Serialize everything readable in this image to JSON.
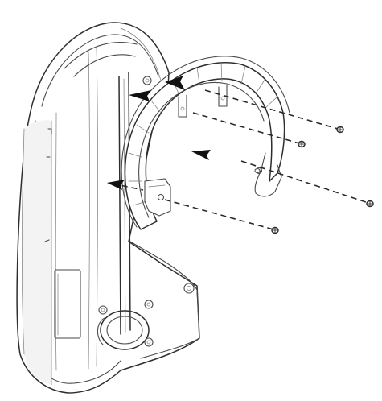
{
  "illustration": {
    "subject": "housing-cover-assembly",
    "style": "line-art",
    "stroke_color": "#4a4a4a",
    "arrow_color": "#111111",
    "background_color": "#ffffff"
  },
  "fasteners": [
    {
      "id": "screw-1"
    },
    {
      "id": "screw-2"
    },
    {
      "id": "screw-3"
    },
    {
      "id": "screw-4"
    },
    {
      "id": "screw-5"
    }
  ],
  "insertion_arrows": [
    {
      "id": "arrow-1"
    },
    {
      "id": "arrow-2"
    },
    {
      "id": "arrow-3"
    },
    {
      "id": "arrow-4"
    }
  ]
}
